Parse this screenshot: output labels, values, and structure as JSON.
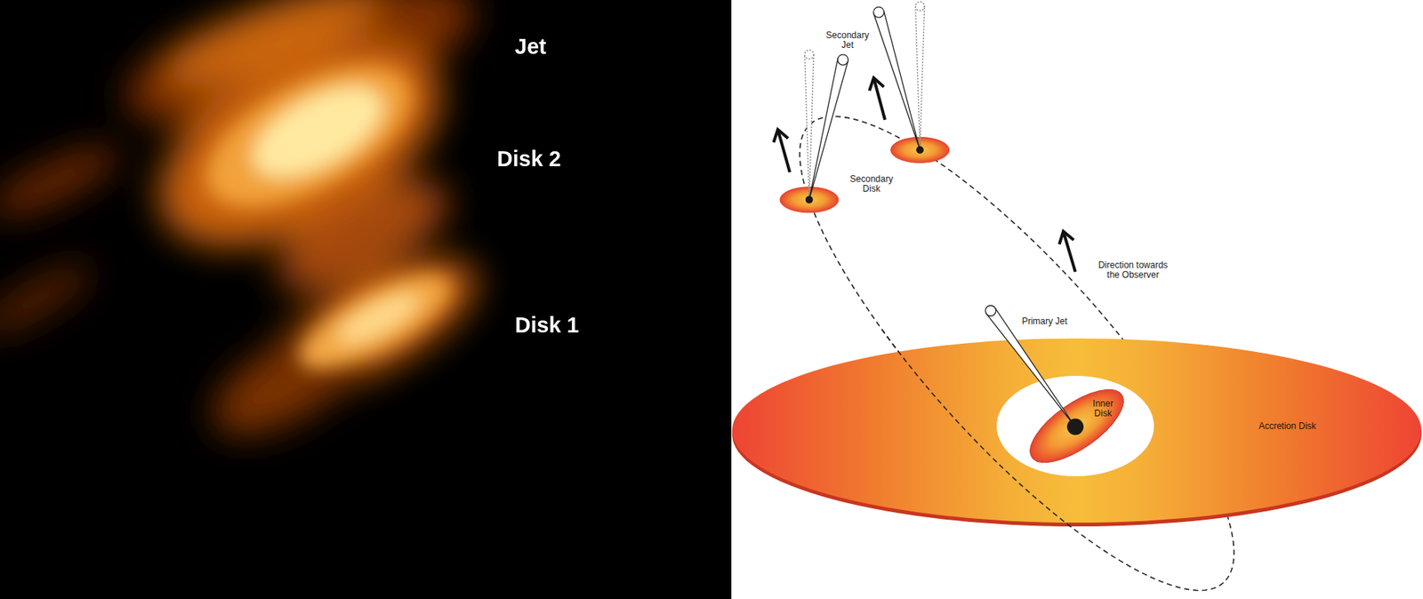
{
  "diagram": {
    "nodes": [
      {
        "text": [
          "Accretion Disk"
        ]
      },
      {
        "text": [
          "Inner Disk"
        ],
        "in": 0
      }
    ],
    "labels": [
      "Jet",
      "Disk 2",
      "Disk 1",
      "Secondary Jet",
      "Secondary Disk",
      "Direction towards the Observer",
      "Primary Jet"
    ]
  }
}
